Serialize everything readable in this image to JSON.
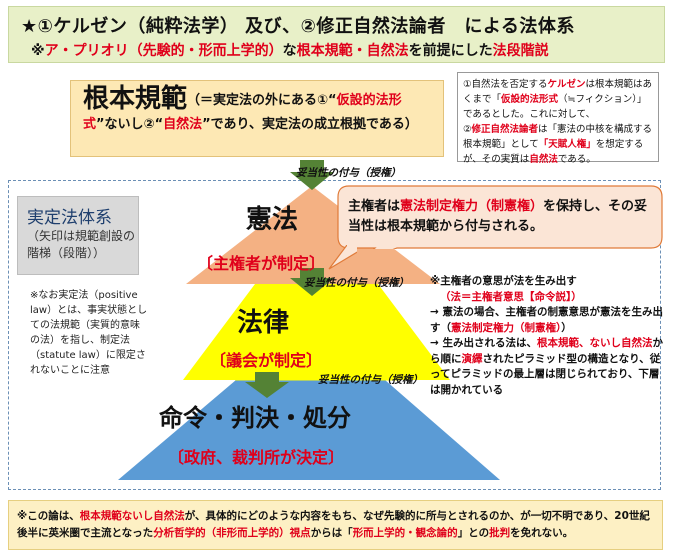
{
  "header": {
    "title": "★①ケルゼン（純粋法学） 及び、②修正自然法論者　による法体系",
    "subtitle_prefix": "※",
    "subtitle_red1": "ア・プリオリ（先験的・形而上学的）",
    "subtitle_mid1": "な",
    "subtitle_red2": "根本規範・自然法",
    "subtitle_mid2": "を前提にした",
    "subtitle_red3": "法段階説"
  },
  "basic_norm": {
    "title": "根本規範",
    "p1": "（＝実定法の外にある①“",
    "p1_red": "仮設的法形式",
    "p2": "”ないし②“",
    "p2_red": "自然法",
    "p3": "”であり、実定法の成立根拠である）"
  },
  "right_note": {
    "l1a": "①自然法を否定する",
    "l1_red": "ケルゼン",
    "l1b": "は根本規範はあくまで「",
    "l1_red2": "仮設的法形式",
    "l1c": "（≒フィクション）」であるとした。これに対して、",
    "l2a": "②",
    "l2_red": "修正自然法論者",
    "l2b": "は「憲法の中核を構成する根本規範」として",
    "l2_red2": "「天賦人権」",
    "l2c": "を想定するが、その実質は",
    "l2_red3": "自然法",
    "l2d": "である。"
  },
  "grants": {
    "g1": "妥当性の付与（授権）",
    "g2": "妥当性の付与（授権）",
    "g3": "妥当性の付与（授権）"
  },
  "positive_law": {
    "title": "実定法体系",
    "note": "（矢印は規範創設の階梯（段階））"
  },
  "left_note": {
    "text": "※なお実定法（positive law）とは、事実状態としての法規範（実質的意味の法）を指し、制定法（statute law）に限定されないことに注意"
  },
  "pyramid": {
    "top_label": "憲法",
    "top_sub": "〔主権者が制定〕",
    "mid_label": "法律",
    "mid_sub": "〔議会が制定〕",
    "bottom_label": "命令・判決・処分",
    "bottom_sub": "〔政府、裁判所が決定〕",
    "colors": {
      "top": "#f4b183",
      "mid": "#ffff00",
      "bottom": "#5b9bd5",
      "arrow": "#548235"
    }
  },
  "bubble": {
    "a": "主権者は",
    "red": "憲法制定権力（制憲権）",
    "b": "を保持し、その妥当性は根本規範から付与される。"
  },
  "right_exp": {
    "l1": "※主権者の意思が法を生み出す",
    "l2": "（法＝主権者意思【命令説】）",
    "l3a": "→ 憲法の場合、主権者の制憲意思が憲法を生み出す（",
    "l3_red": "憲法制定権力（制憲権）",
    "l3b": "）",
    "l4a": "→ 生み出される法は、",
    "l4_red1": "根本規範、ないし自然法",
    "l4b": "から順に",
    "l4_red2": "演繹",
    "l4c": "されたピラミッド型の構造となり、従ってピラミッドの最上層は閉じられており、下層は開かれている"
  },
  "footer": {
    "a": "※この論は、",
    "red1": "根本規範ないし自然法",
    "b": "が、具体的にどのような内容をもち、なぜ先験的に所与とされるのか、が一切不明であり、20世紀後半に英米圏で主流となった",
    "red2": "分析哲学的（非形而上学的）視点",
    "c": "からは「",
    "red3": "形而上学的・観念論的",
    "d": "」との",
    "red4": "批判",
    "e": "を免れない。"
  }
}
